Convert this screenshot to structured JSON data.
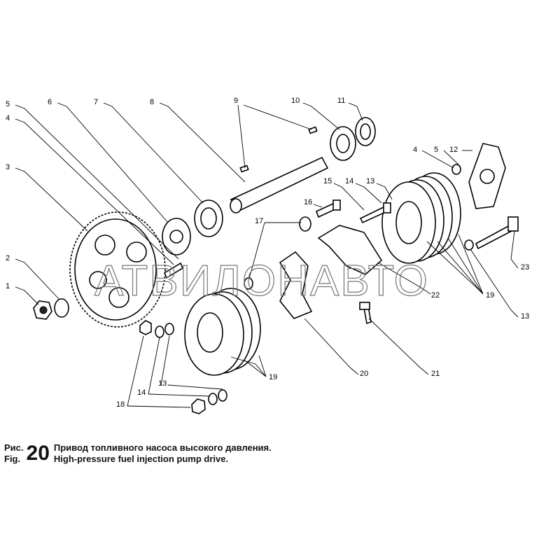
{
  "figure": {
    "prefix_ru": "Рис.",
    "prefix_en": "Fig.",
    "number": "20",
    "title_ru": "Привод топливного насоса высокого давления.",
    "title_en": "High-pressure fuel injection pump drive."
  },
  "watermark": "АТВИЛОНАВТО",
  "callouts": [
    "5",
    "4",
    "6",
    "7",
    "8",
    "9",
    "10",
    "11",
    "4",
    "5",
    "12",
    "3",
    "15",
    "14",
    "13",
    "16",
    "17",
    "2",
    "1",
    "23",
    "22",
    "19",
    "13",
    "19",
    "20",
    "21",
    "13",
    "14",
    "18"
  ]
}
